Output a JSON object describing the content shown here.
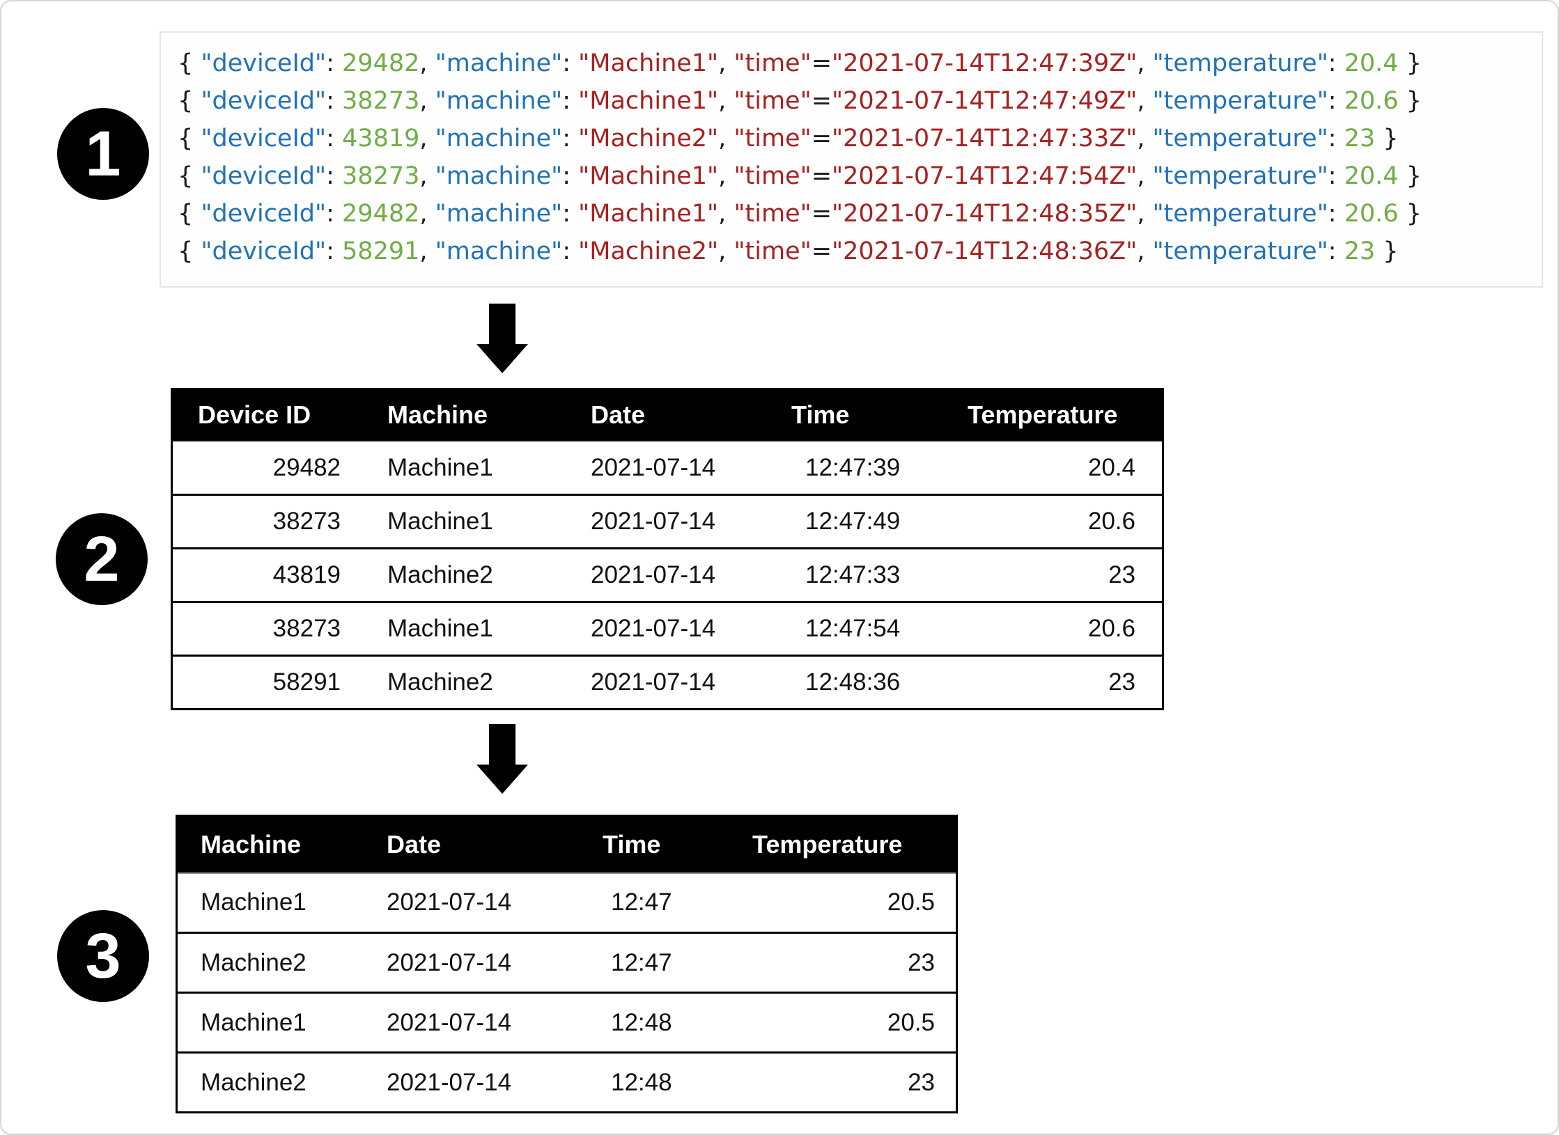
{
  "colors": {
    "key": "#2272b8",
    "number": "#70ad47",
    "string": "#a62121",
    "punct": "#1b1b1b",
    "header_bg": "#000000",
    "header_text": "#ffffff"
  },
  "steps": [
    "1",
    "2",
    "3"
  ],
  "code_block": {
    "lines": [
      [
        [
          "{ ",
          "p"
        ],
        [
          "\"deviceId\"",
          "k"
        ],
        [
          ": ",
          "p"
        ],
        [
          "29482",
          "n"
        ],
        [
          ", ",
          "p"
        ],
        [
          "\"machine\"",
          "k"
        ],
        [
          ": ",
          "p"
        ],
        [
          "\"Machine1\"",
          "s"
        ],
        [
          ", ",
          "p"
        ],
        [
          "\"time\"",
          "s"
        ],
        [
          "=",
          "p"
        ],
        [
          "\"2021-07-14T12:47:39Z\"",
          "s"
        ],
        [
          ", ",
          "p"
        ],
        [
          "\"temperature\"",
          "k"
        ],
        [
          ": ",
          "p"
        ],
        [
          "20.4",
          "n"
        ],
        [
          " }",
          "p"
        ]
      ],
      [
        [
          "{ ",
          "p"
        ],
        [
          "\"deviceId\"",
          "k"
        ],
        [
          ": ",
          "p"
        ],
        [
          "38273",
          "n"
        ],
        [
          ", ",
          "p"
        ],
        [
          "\"machine\"",
          "k"
        ],
        [
          ": ",
          "p"
        ],
        [
          "\"Machine1\"",
          "s"
        ],
        [
          ", ",
          "p"
        ],
        [
          "\"time\"",
          "s"
        ],
        [
          "=",
          "p"
        ],
        [
          "\"2021-07-14T12:47:49Z\"",
          "s"
        ],
        [
          ", ",
          "p"
        ],
        [
          "\"temperature\"",
          "k"
        ],
        [
          ": ",
          "p"
        ],
        [
          "20.6",
          "n"
        ],
        [
          " }",
          "p"
        ]
      ],
      [
        [
          "{ ",
          "p"
        ],
        [
          "\"deviceId\"",
          "k"
        ],
        [
          ": ",
          "p"
        ],
        [
          "43819",
          "n"
        ],
        [
          ", ",
          "p"
        ],
        [
          "\"machine\"",
          "k"
        ],
        [
          ": ",
          "p"
        ],
        [
          "\"Machine2\"",
          "s"
        ],
        [
          ", ",
          "p"
        ],
        [
          "\"time\"",
          "s"
        ],
        [
          "=",
          "p"
        ],
        [
          "\"2021-07-14T12:47:33Z\"",
          "s"
        ],
        [
          ", ",
          "p"
        ],
        [
          "\"temperature\"",
          "k"
        ],
        [
          ": ",
          "p"
        ],
        [
          "23",
          "n"
        ],
        [
          " }",
          "p"
        ]
      ],
      [
        [
          "{ ",
          "p"
        ],
        [
          "\"deviceId\"",
          "k"
        ],
        [
          ": ",
          "p"
        ],
        [
          "38273",
          "n"
        ],
        [
          ", ",
          "p"
        ],
        [
          "\"machine\"",
          "k"
        ],
        [
          ": ",
          "p"
        ],
        [
          "\"Machine1\"",
          "s"
        ],
        [
          ", ",
          "p"
        ],
        [
          "\"time\"",
          "s"
        ],
        [
          "=",
          "p"
        ],
        [
          "\"2021-07-14T12:47:54Z\"",
          "s"
        ],
        [
          ", ",
          "p"
        ],
        [
          "\"temperature\"",
          "k"
        ],
        [
          ": ",
          "p"
        ],
        [
          "20.4",
          "n"
        ],
        [
          " }",
          "p"
        ]
      ],
      [
        [
          "{ ",
          "p"
        ],
        [
          "\"deviceId\"",
          "k"
        ],
        [
          ": ",
          "p"
        ],
        [
          "29482",
          "n"
        ],
        [
          ", ",
          "p"
        ],
        [
          "\"machine\"",
          "k"
        ],
        [
          ": ",
          "p"
        ],
        [
          "\"Machine1\"",
          "s"
        ],
        [
          ", ",
          "p"
        ],
        [
          "\"time\"",
          "s"
        ],
        [
          "=",
          "p"
        ],
        [
          "\"2021-07-14T12:48:35Z\"",
          "s"
        ],
        [
          ", ",
          "p"
        ],
        [
          "\"temperature\"",
          "k"
        ],
        [
          ": ",
          "p"
        ],
        [
          "20.6",
          "n"
        ],
        [
          " }",
          "p"
        ]
      ],
      [
        [
          "{ ",
          "p"
        ],
        [
          "\"deviceId\"",
          "k"
        ],
        [
          ": ",
          "p"
        ],
        [
          "58291",
          "n"
        ],
        [
          ", ",
          "p"
        ],
        [
          "\"machine\"",
          "k"
        ],
        [
          ": ",
          "p"
        ],
        [
          "\"Machine2\"",
          "s"
        ],
        [
          ", ",
          "p"
        ],
        [
          "\"time\"",
          "s"
        ],
        [
          "=",
          "p"
        ],
        [
          "\"2021-07-14T12:48:36Z\"",
          "s"
        ],
        [
          ", ",
          "p"
        ],
        [
          "\"temperature\"",
          "k"
        ],
        [
          ": ",
          "p"
        ],
        [
          "23",
          "n"
        ],
        [
          " }",
          "p"
        ]
      ]
    ]
  },
  "raw_table": {
    "columns": [
      "Device ID",
      "Machine",
      "Date",
      "Time",
      "Temperature"
    ],
    "rows": [
      [
        "29482",
        "Machine1",
        "2021-07-14",
        "12:47:39",
        "20.4"
      ],
      [
        "38273",
        "Machine1",
        "2021-07-14",
        "12:47:49",
        "20.6"
      ],
      [
        "43819",
        "Machine2",
        "2021-07-14",
        "12:47:33",
        "23"
      ],
      [
        "38273",
        "Machine1",
        "2021-07-14",
        "12:47:54",
        "20.6"
      ],
      [
        "58291",
        "Machine2",
        "2021-07-14",
        "12:48:36",
        "23"
      ]
    ]
  },
  "aggregated_table": {
    "columns": [
      "Machine",
      "Date",
      "Time",
      "Temperature"
    ],
    "rows": [
      [
        "Machine1",
        "2021-07-14",
        "12:47",
        "20.5"
      ],
      [
        "Machine2",
        "2021-07-14",
        "12:47",
        "23"
      ],
      [
        "Machine1",
        "2021-07-14",
        "12:48",
        "20.5"
      ],
      [
        "Machine2",
        "2021-07-14",
        "12:48",
        "23"
      ]
    ]
  }
}
